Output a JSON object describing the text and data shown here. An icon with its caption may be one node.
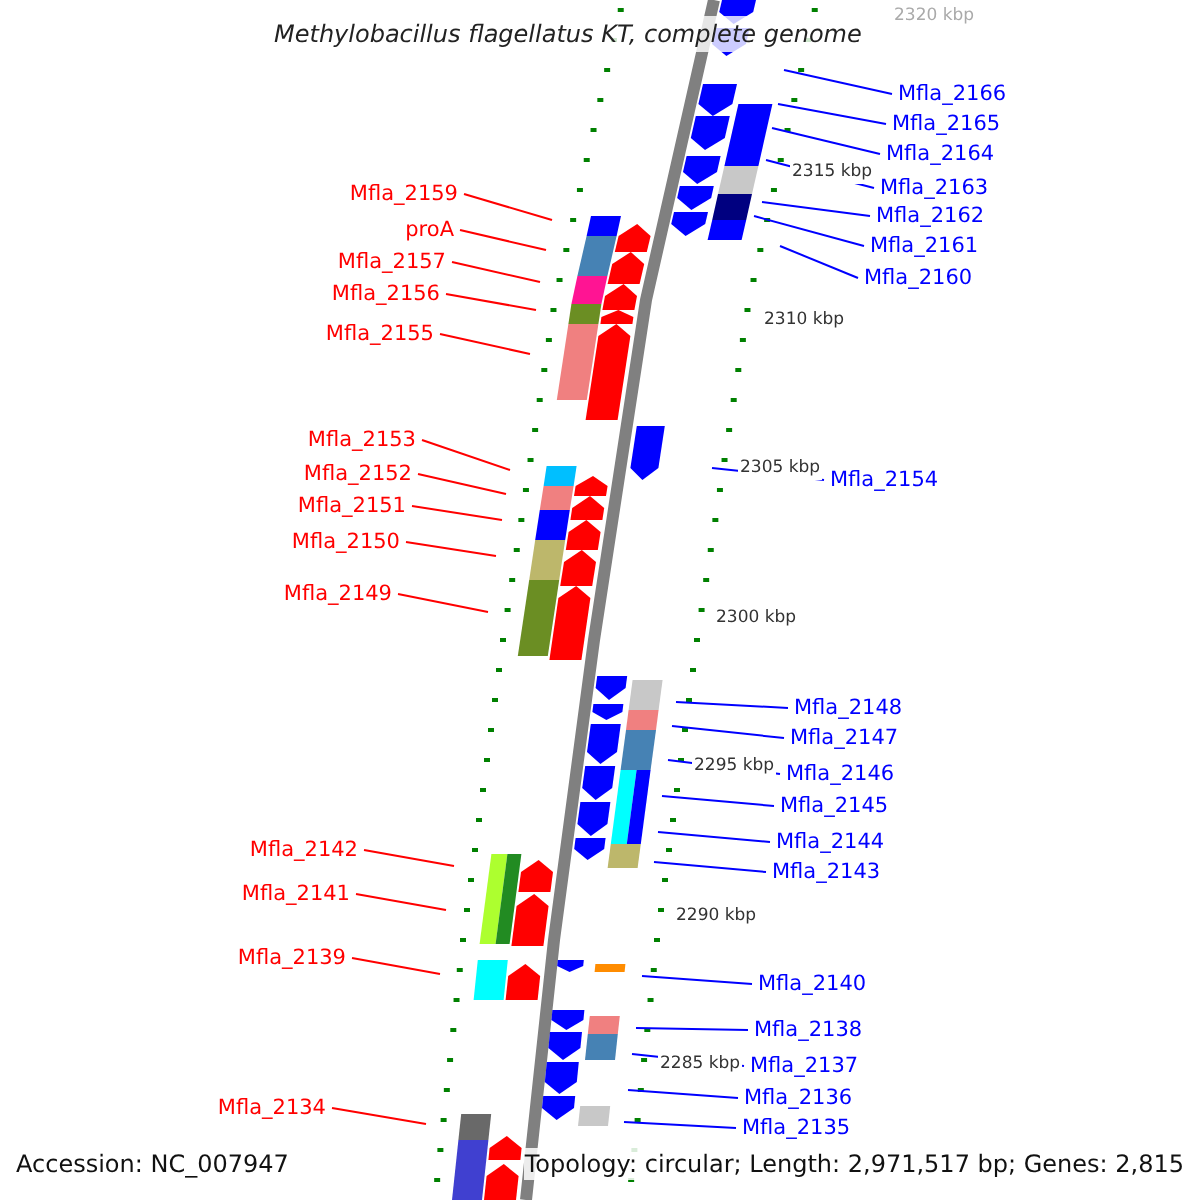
{
  "diagram": {
    "title": "Methylobacillus flagellatus KT, complete genome",
    "nodes": [
      {
        "text": [
          "Mfla_2166"
        ]
      },
      {
        "text": [
          "Mfla_2165"
        ]
      },
      {
        "text": [
          "Mfla_2164"
        ]
      },
      {
        "text": [
          "Mfla_2163"
        ]
      },
      {
        "text": [
          "Mfla_2159"
        ]
      },
      {
        "text": [
          "Mfla_2162"
        ]
      },
      {
        "text": [
          "proA"
        ]
      },
      {
        "text": [
          "Mfla_2161"
        ]
      },
      {
        "text": [
          "Mfla_2157"
        ]
      },
      {
        "text": [
          "Mfla_2160"
        ]
      },
      {
        "text": [
          "Mfla_2156"
        ]
      },
      {
        "text": [
          "Mfla_2155"
        ]
      },
      {
        "text": [
          "Mfla_2153"
        ]
      },
      {
        "text": [
          "Mfla_2152"
        ]
      },
      {
        "text": [
          "Mfla_2154"
        ]
      },
      {
        "text": [
          "Mfla_2151"
        ]
      },
      {
        "text": [
          "Mfla_2150"
        ]
      },
      {
        "text": [
          "Mfla_2149"
        ]
      },
      {
        "text": [
          "Mfla_2148"
        ]
      },
      {
        "text": [
          "Mfla_2147"
        ]
      },
      {
        "text": [
          "Mfla_2146"
        ]
      },
      {
        "text": [
          "Mfla_2145"
        ]
      },
      {
        "text": [
          "Mfla_2144"
        ]
      },
      {
        "text": [
          "Mfla_2142"
        ]
      },
      {
        "text": [
          "Mfla_2143"
        ]
      },
      {
        "text": [
          "Mfla_2141"
        ]
      },
      {
        "text": [
          "Mfla_2139"
        ]
      },
      {
        "text": [
          "Mfla_2140"
        ]
      },
      {
        "text": [
          "Mfla_2138"
        ]
      },
      {
        "text": [
          "Mfla_2137"
        ]
      },
      {
        "text": [
          "Mfla_2136"
        ]
      },
      {
        "text": [
          "Mfla_2134"
        ]
      },
      {
        "text": [
          "Mfla_2135"
        ]
      }
    ],
    "edges": [
      {
        "from": 0,
        "to": null,
        "arrow": "none"
      },
      {
        "from": 1,
        "to": null,
        "arrow": "none"
      },
      {
        "from": 2,
        "to": null,
        "arrow": "none"
      },
      {
        "from": 3,
        "to": null,
        "arrow": "none"
      },
      {
        "from": 4,
        "to": null,
        "arrow": "none",
        "color": "#ff0000"
      },
      {
        "from": 5,
        "to": null,
        "arrow": "none"
      },
      {
        "from": 6,
        "to": null,
        "arrow": "none",
        "color": "#ff0000"
      },
      {
        "from": 7,
        "to": null,
        "arrow": "none"
      },
      {
        "from": 8,
        "to": null,
        "arrow": "none",
        "color": "#ff0000"
      },
      {
        "from": 9,
        "to": null,
        "arrow": "none"
      },
      {
        "from": 10,
        "to": null,
        "arrow": "none",
        "color": "#ff0000"
      },
      {
        "from": 11,
        "to": null,
        "arrow": "none",
        "color": "#ff0000"
      },
      {
        "from": 12,
        "to": null,
        "arrow": "none",
        "color": "#ff0000"
      },
      {
        "from": 13,
        "to": null,
        "arrow": "none",
        "color": "#ff0000"
      },
      {
        "from": 14,
        "to": null,
        "arrow": "none"
      },
      {
        "from": 15,
        "to": null,
        "arrow": "none",
        "color": "#ff0000"
      },
      {
        "from": 16,
        "to": null,
        "arrow": "none",
        "color": "#ff0000"
      },
      {
        "from": 17,
        "to": null,
        "arrow": "none",
        "color": "#ff0000"
      },
      {
        "from": 18,
        "to": null,
        "arrow": "none"
      },
      {
        "from": 19,
        "to": null,
        "arrow": "none"
      },
      {
        "from": 20,
        "to": null,
        "arrow": "none"
      },
      {
        "from": 21,
        "to": null,
        "arrow": "none"
      },
      {
        "from": 22,
        "to": null,
        "arrow": "none"
      },
      {
        "from": 23,
        "to": null,
        "arrow": "none",
        "color": "#ff0000"
      },
      {
        "from": 24,
        "to": null,
        "arrow": "none"
      },
      {
        "from": 25,
        "to": null,
        "arrow": "none",
        "color": "#ff0000"
      },
      {
        "from": 26,
        "to": null,
        "arrow": "none",
        "color": "#ff0000"
      },
      {
        "from": 27,
        "to": null,
        "arrow": "none"
      },
      {
        "from": 28,
        "to": null,
        "arrow": "none"
      },
      {
        "from": 29,
        "to": null,
        "arrow": "none"
      },
      {
        "from": 30,
        "to": null,
        "arrow": "none"
      },
      {
        "from": 31,
        "to": null,
        "arrow": "none",
        "color": "#ff0000"
      },
      {
        "from": 32,
        "to": null,
        "arrow": "none"
      }
    ],
    "labels": [
      "2320 kbp",
      "2315 kbp",
      "2310 kbp",
      "2305 kbp",
      "2300 kbp",
      "2295 kbp",
      "2290 kbp",
      "2285 kbp",
      "Accession: NC_007947",
      "Topology: circular; Length: 2,971,517 bp; Genes: 2,815"
    ]
  }
}
